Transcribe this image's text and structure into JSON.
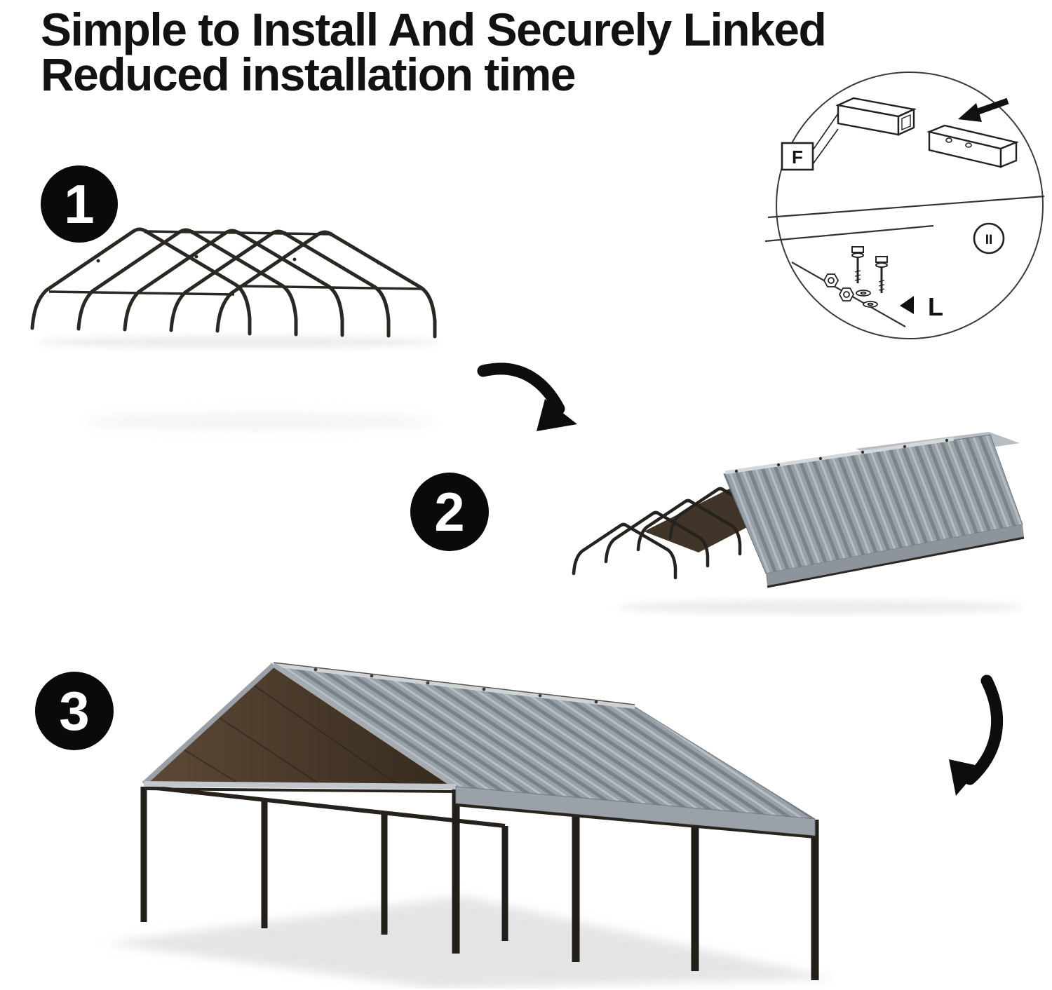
{
  "title": {
    "line1": "Simple to Install And Securely Linked",
    "line2": "Reduced installation time"
  },
  "steps": [
    {
      "number": "1"
    },
    {
      "number": "2"
    },
    {
      "number": "3"
    }
  ],
  "inset": {
    "part_label": "F",
    "detail_label": "II",
    "length_label": "L"
  },
  "colors": {
    "roof_grey": "#99a1a8",
    "roof_grey_light": "#b7bdc3",
    "roof_underside_dark": "#41352a",
    "frame_black": "#221e1a",
    "badge_black": "#0a0a0a",
    "line_ink": "#222222"
  }
}
